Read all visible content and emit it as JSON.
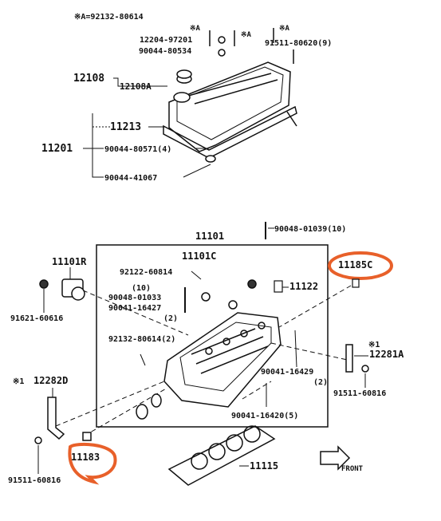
{
  "upper": {
    "note": "※A=92132-80614",
    "labels": {
      "a_left": "※A",
      "a_mid": "※A",
      "a_right": "※A",
      "p12204": "12204-97201",
      "p90044_80534": "90044-80534",
      "p91511_80620": "91511-80620(9)",
      "p12108": "12108",
      "p12108a": "12108A",
      "p11213": "11213",
      "p11201": "11201",
      "p90044_80571": "90044-80571(4)",
      "p90044_41067": "90044-41067"
    }
  },
  "lower": {
    "labels": {
      "p90048_01039": "90048-01039(10)",
      "p11101": "11101",
      "p11101c": "11101C",
      "p11101r": "11101R",
      "p92122": "92122-60814",
      "p90048_01033_qty": "(10)",
      "p90048_01033": "90048-01033",
      "p90041_16427": "90041-16427",
      "p90041_16427_qty": "(2)",
      "p11122": "11122",
      "p91621": "91621-60616",
      "p92132": "92132-80614(2)",
      "p11185c": "11185C",
      "star1a": "※1",
      "p12281a": "12281A",
      "p90041_16429": "90041-16429",
      "p90041_16429_qty": "(2)",
      "p91511_60816_r": "91511-60816",
      "star1b": "※1",
      "p12282d": "12282D",
      "p90041_16420": "90041-16420(5)",
      "p11183": "11183",
      "p91511_60816_l": "91511-60816",
      "p11115": "11115",
      "front": "FRONT"
    },
    "highlight_color": "#e8602a"
  }
}
